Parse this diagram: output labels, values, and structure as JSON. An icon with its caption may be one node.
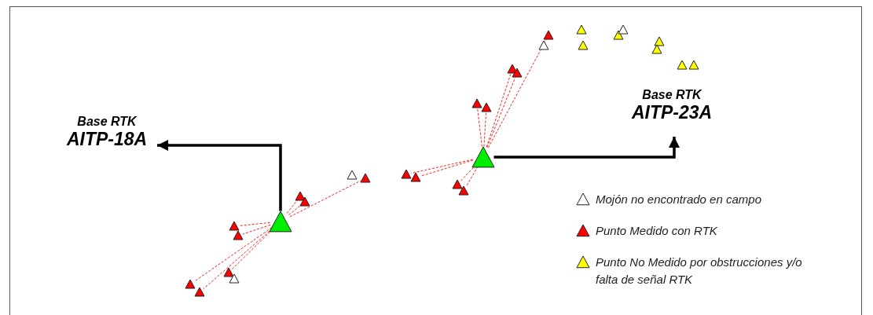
{
  "diagram": {
    "nodes": [
      {
        "text": [
          "Base RTK",
          "AITP-18A"
        ]
      },
      {
        "text": [
          "Base RTK",
          "AITP-23A"
        ]
      },
      {
        "text": [],
        "shape": "triangle"
      },
      {
        "text": [],
        "shape": "triangle"
      },
      {
        "text": [],
        "shape": "triangle"
      },
      {
        "text": [],
        "shape": "triangle"
      },
      {
        "text": [],
        "shape": "triangle"
      },
      {
        "text": [],
        "shape": "triangle"
      },
      {
        "text": [],
        "shape": "triangle"
      },
      {
        "text": [],
        "shape": "triangle"
      },
      {
        "text": [],
        "shape": "triangle"
      },
      {
        "text": [],
        "shape": "triangle"
      },
      {
        "text": [],
        "shape": "triangle"
      },
      {
        "text": [],
        "shape": "triangle"
      },
      {
        "text": [],
        "shape": "triangle"
      },
      {
        "text": [],
        "shape": "triangle"
      },
      {
        "text": [],
        "shape": "triangle"
      },
      {
        "text": [],
        "shape": "triangle"
      },
      {
        "text": [],
        "shape": "triangle"
      },
      {
        "text": [],
        "shape": "triangle"
      },
      {
        "text": [],
        "shape": "triangle"
      },
      {
        "text": [],
        "shape": "triangle"
      },
      {
        "text": [],
        "shape": "triangle"
      },
      {
        "text": [],
        "shape": "triangle"
      },
      {
        "text": [],
        "shape": "triangle"
      },
      {
        "text": [],
        "shape": "triangle"
      },
      {
        "text": [],
        "shape": "triangle"
      },
      {
        "text": [],
        "shape": "triangle"
      },
      {
        "text": [],
        "shape": "triangle"
      },
      {
        "text": [],
        "shape": "triangle"
      },
      {
        "text": [],
        "shape": "triangle"
      },
      {
        "text": [],
        "shape": "triangle"
      }
    ],
    "edges": [
      {
        "from": 2,
        "to": 0,
        "arrow": "to",
        "style": "thick",
        "color": "#000000"
      },
      {
        "from": 3,
        "to": 1,
        "arrow": "to",
        "style": "thick",
        "color": "#000000"
      },
      {
        "from": 3,
        "to": 5,
        "arrow": "none",
        "style": "dashed"
      },
      {
        "from": 3,
        "to": 6,
        "arrow": "none",
        "style": "dashed"
      },
      {
        "from": 3,
        "to": 7,
        "arrow": "none",
        "style": "dashed"
      },
      {
        "from": 3,
        "to": 8,
        "arrow": "none",
        "style": "dashed"
      },
      {
        "from": 3,
        "to": 9,
        "arrow": "none",
        "style": "dashed"
      },
      {
        "from": 3,
        "to": 10,
        "arrow": "none",
        "style": "dashed"
      },
      {
        "from": 3,
        "to": 11,
        "arrow": "none",
        "style": "dashed"
      },
      {
        "from": 3,
        "to": 12,
        "arrow": "none",
        "style": "dashed"
      },
      {
        "from": 3,
        "to": 13,
        "arrow": "none",
        "style": "dashed"
      },
      {
        "from": 2,
        "to": 15,
        "arrow": "none",
        "style": "dashed"
      },
      {
        "from": 2,
        "to": 16,
        "arrow": "none",
        "style": "dashed"
      },
      {
        "from": 2,
        "to": 17,
        "arrow": "none",
        "style": "dashed"
      },
      {
        "from": 2,
        "to": 18,
        "arrow": "none",
        "style": "dashed"
      },
      {
        "from": 2,
        "to": 19,
        "arrow": "none",
        "style": "dashed"
      },
      {
        "from": 2,
        "to": 20,
        "arrow": "none",
        "style": "dashed"
      },
      {
        "from": 2,
        "to": 22,
        "arrow": "none",
        "style": "dashed"
      },
      {
        "from": 2,
        "to": 23,
        "arrow": "none",
        "style": "dashed"
      }
    ],
    "legend": [
      {
        "text": "Mojón no encontrado en campo"
      },
      {
        "text": "Punto Medido con RTK",
        "color": "#ff0000"
      },
      {
        "text": "Punto No Medido por obstrucciones y/o falta de señal RTK",
        "color": "#ffff00"
      }
    ]
  }
}
